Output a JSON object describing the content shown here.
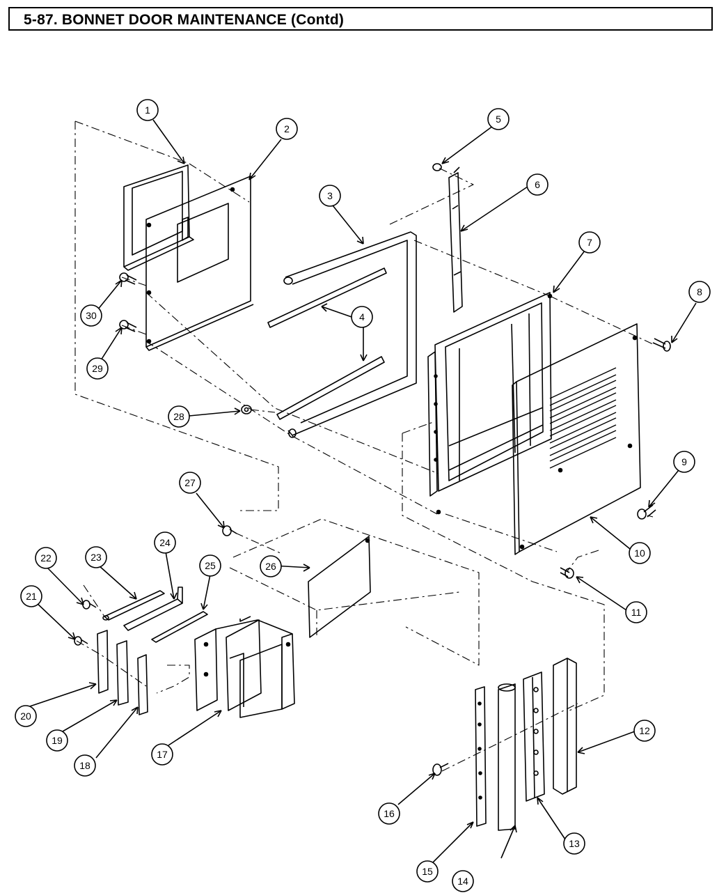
{
  "header": {
    "title": "5-87.  BONNET DOOR MAINTENANCE (Contd)"
  },
  "callouts": [
    "1",
    "2",
    "3",
    "4",
    "5",
    "6",
    "7",
    "8",
    "9",
    "10",
    "11",
    "12",
    "13",
    "14",
    "15",
    "16",
    "17",
    "18",
    "19",
    "20",
    "21",
    "22",
    "23",
    "24",
    "25",
    "26",
    "27",
    "28",
    "29",
    "30"
  ],
  "colors": {
    "ink": "#000000",
    "paper": "#ffffff"
  }
}
